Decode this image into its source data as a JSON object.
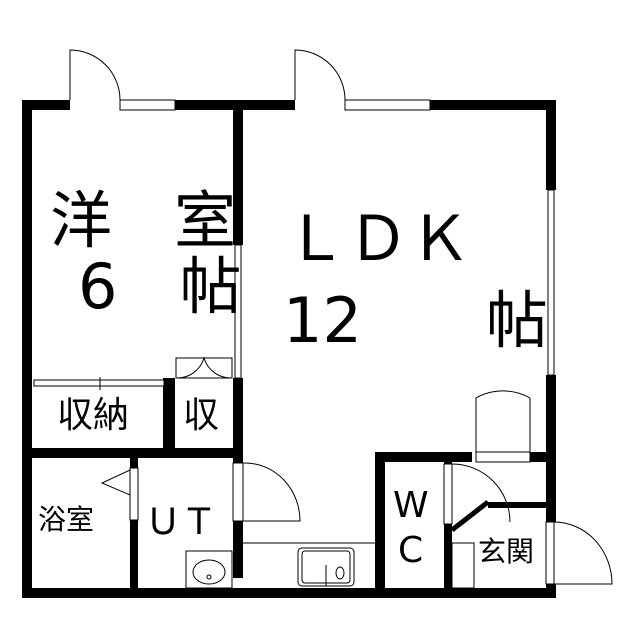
{
  "rooms": {
    "western_room": {
      "name": "洋　室",
      "size": "6　帖"
    },
    "ldk": {
      "name": "ＬＤＫ",
      "size": "12　　帖"
    },
    "storage_large": {
      "name": "収納"
    },
    "storage_small": {
      "name": "収"
    },
    "bathroom": {
      "name": "浴室"
    },
    "utility": {
      "name": "ＵＴ"
    },
    "toilet": {
      "name_top": "W",
      "name_bottom": "C"
    },
    "entrance": {
      "name": "玄関"
    }
  },
  "colors": {
    "wall": "#000000",
    "background": "#ffffff"
  }
}
